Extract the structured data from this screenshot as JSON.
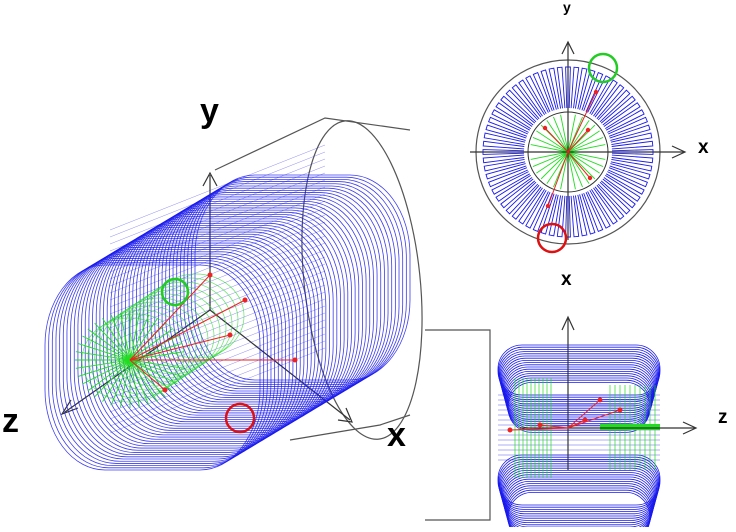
{
  "labels": {
    "main_y": "y",
    "main_z": "z",
    "main_x": "x",
    "top_y": "y",
    "top_x": "x",
    "bottom_x": "x",
    "bottom_z": "z"
  },
  "colors": {
    "toroid_coil": "#1a1aee",
    "inner_detector": "#22dd22",
    "track": "#ee2222",
    "marker_green": "#22cc22",
    "marker_red": "#dd1111",
    "outline": "#444444"
  },
  "views": [
    "main-3d-view",
    "end-view-xy",
    "side-view-zx"
  ]
}
